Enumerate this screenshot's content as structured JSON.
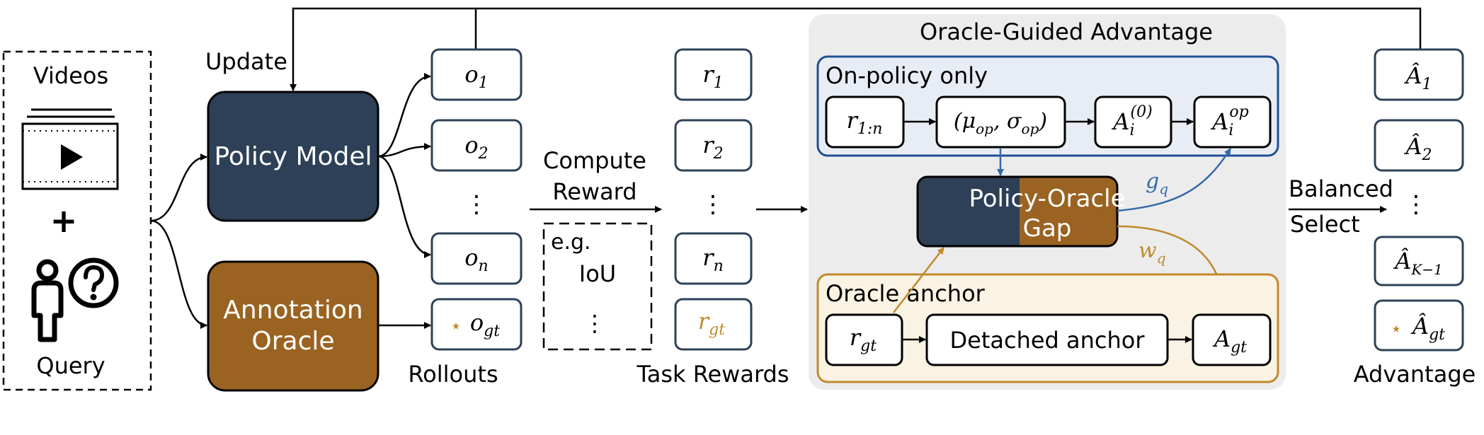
{
  "colors": {
    "navy": "#2d4057",
    "brown": "#9a6321",
    "gold": "#c08a2c",
    "blue": "#3469a8",
    "blue_panel": "#e8edf5",
    "gold_panel": "#faf2e3",
    "gray_panel": "#ececec"
  },
  "input": {
    "videos_label": "Videos",
    "plus": "+",
    "query_label": "Query",
    "video_icon": "video-stack-icon",
    "query_icon": "person-question-icon"
  },
  "update_label": "Update",
  "policy_model": "Policy Model",
  "annotation_oracle": {
    "line1": "Annotation",
    "line2": "Oracle"
  },
  "rollouts": {
    "items": [
      "o",
      "o",
      "⋮",
      "o",
      "o"
    ],
    "subs": [
      "1",
      "2",
      "",
      "n",
      "gt"
    ],
    "label": "Rollouts"
  },
  "compute_reward": {
    "line1": "Compute",
    "line2": "Reward",
    "eg_line1": "e.g.",
    "eg_line2": "IoU",
    "eg_dots": "⋮"
  },
  "rewards": {
    "items": [
      "r",
      "r",
      "⋮",
      "r",
      "r"
    ],
    "subs": [
      "1",
      "2",
      "",
      "n",
      "gt"
    ],
    "label": "Task Rewards"
  },
  "oga": {
    "title": "Oracle-Guided Advantage",
    "on_policy_title": "On-policy only",
    "r_range": "r",
    "r_range_sub": "1:n",
    "mu_sigma": "(μ",
    "mu_sub": "op",
    "sigma": ", σ",
    "sigma_sub": "op",
    "close_paren": ")",
    "a_i": "A",
    "a_i_sub": "i",
    "a_i_sup": "(0)",
    "a_op": "A",
    "a_op_sub": "i",
    "a_op_sup": "op",
    "gap_line1": "Policy-Oracle",
    "gap_line2": "Gap",
    "g_q": "g",
    "g_q_sub": "q",
    "w_q": "w",
    "w_q_sub": "q",
    "oracle_anchor_title": "Oracle anchor",
    "r_gt": "r",
    "r_gt_sub": "gt",
    "detached_anchor": "Detached anchor",
    "a_gt": "A",
    "a_gt_sub": "gt"
  },
  "balanced_select": {
    "line1": "Balanced",
    "line2": "Select"
  },
  "advantages": {
    "items": [
      "Â",
      "Â",
      "⋮",
      "Â",
      "Â"
    ],
    "subs": [
      "1",
      "2",
      "",
      "K−1",
      "gt"
    ],
    "label": "Advantage"
  },
  "star": "⋆"
}
